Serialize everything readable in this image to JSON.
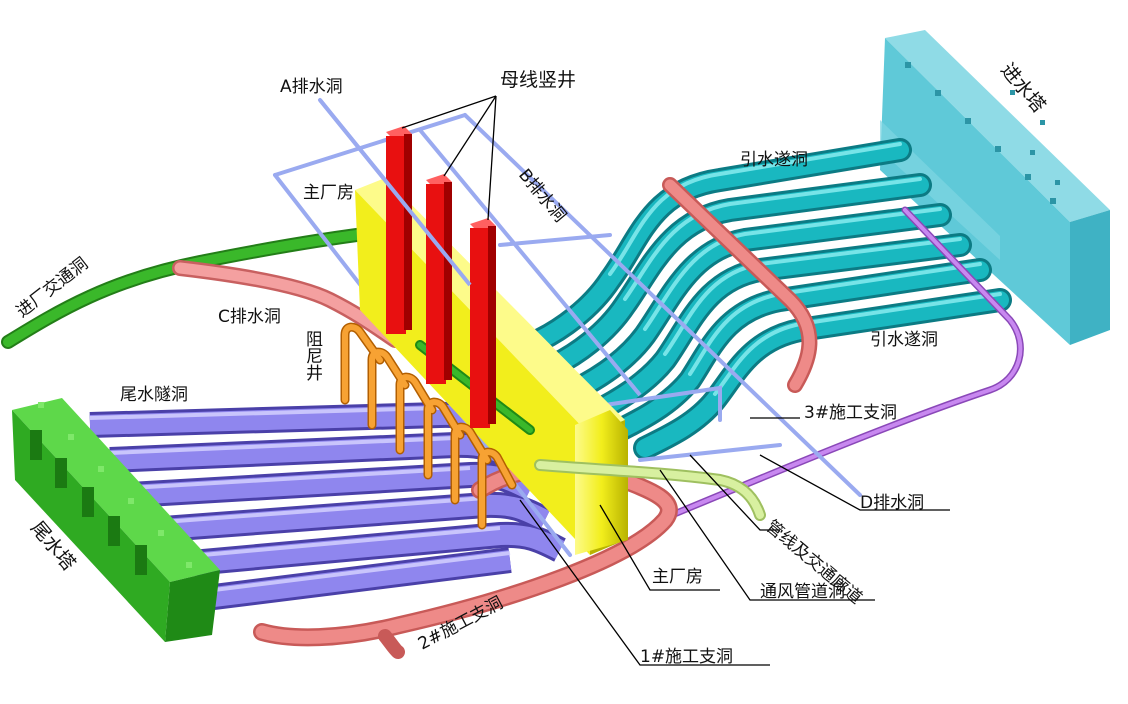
{
  "labels": {
    "a_drain": "A排水洞",
    "busbar_shaft": "母线竖井",
    "b_drain": "B排水洞",
    "main_house_top": "主厂房",
    "intake_tunnel_top": "引水遂洞",
    "intake_tower": "进水塔",
    "access_tunnel": "进厂交通洞",
    "c_drain": "C排水洞",
    "damping_well": "阻尼井",
    "tailrace_tunnel": "尾水隧洞",
    "intake_tunnel_bottom": "引水遂洞",
    "const_tunnel_3": "3#施工支洞",
    "tail_tower": "尾水塔",
    "d_drain": "D排水洞",
    "pipeline_corridor": "管线及交通廊道",
    "main_house_bottom": "主厂房",
    "ventilation_tunnel": "通风管道洞",
    "const_tunnel_2": "2#施工支洞",
    "const_tunnel_1": "1#施工支洞"
  },
  "colors": {
    "intake_tunnel": "#19b8c0",
    "intake_tower": "#5fc9d8",
    "main_house": "#f2ee1c",
    "busbar_shaft": "#e81010",
    "tailrace": "#8f86ee",
    "tail_tower": "#2faa22",
    "damping_well": "#f08a10",
    "const_tunnel": "#ee8a88",
    "access_tunnel": "#3ab82a",
    "drain": "#8aa0ee",
    "ventilation": "#b46ee0",
    "corridor": "#c8e890"
  }
}
